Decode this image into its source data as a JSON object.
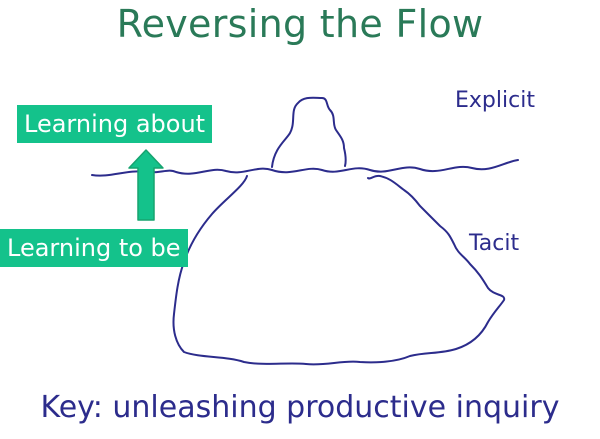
{
  "title": "Reversing the Flow",
  "labels": {
    "explicit": "Explicit",
    "tacit": "Tacit"
  },
  "badges": {
    "learning_about": "Learning about",
    "learning_to_be": "Learning to be"
  },
  "key_text": "Key: unleashing productive inquiry",
  "colors": {
    "title": "#2a7a58",
    "ink": "#2c2c8c",
    "badge": "#14c28b",
    "arrow_fill": "#14c28b",
    "arrow_stroke": "#16a36f"
  }
}
